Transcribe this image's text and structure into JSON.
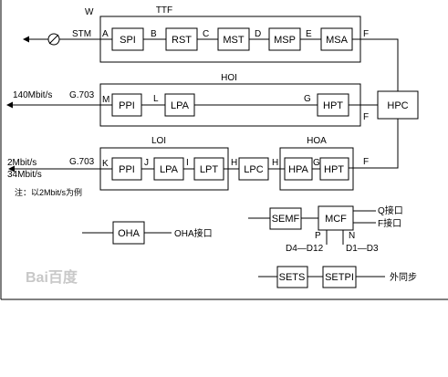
{
  "group_titles": {
    "ttf": "TTF",
    "hoi": "HOI",
    "loi": "LOI",
    "hoa": "HOA"
  },
  "blocks": {
    "spi": "SPI",
    "rst": "RST",
    "mst": "MST",
    "msp": "MSP",
    "msa": "MSA",
    "ppi_hoi": "PPI",
    "lpa_hoi": "LPA",
    "hpt_hoi": "HPT",
    "hpc": "HPC",
    "ppi_loi": "PPI",
    "lpa_loi": "LPA",
    "lpt": "LPT",
    "lpc": "LPC",
    "hpa": "HPA",
    "hpt_hoa": "HPT",
    "oha": "OHA",
    "semf": "SEMF",
    "mcf": "MCF",
    "sets": "SETS",
    "setpi": "SETPI"
  },
  "points": {
    "w": "W",
    "a": "A",
    "b": "B",
    "c": "C",
    "d": "D",
    "e": "E",
    "f_ttf": "F",
    "m": "M",
    "l": "L",
    "g": "G",
    "f_hoi": "F",
    "k": "K",
    "j": "J",
    "i": "I",
    "h1": "H",
    "h2": "H",
    "g_hoa": "G",
    "f_hoa": "F",
    "p": "P",
    "n": "N"
  },
  "interfaces": {
    "stm": "STM",
    "g703_hoi": "G.703",
    "g703_loi": "G.703",
    "rate_140": "140Mbit/s",
    "rate_2": "2Mbit/s",
    "rate_34": "34Mbit/s"
  },
  "notes": {
    "example": "注：以2Mbit/s为例",
    "oha_port": "OHA接口",
    "q_port": "Q接口",
    "f_port": "F接口",
    "d4_d12": "D4—D12",
    "d1_d3": "D1—D3",
    "ext_sync": "外同步"
  },
  "watermark": "Bai百度"
}
